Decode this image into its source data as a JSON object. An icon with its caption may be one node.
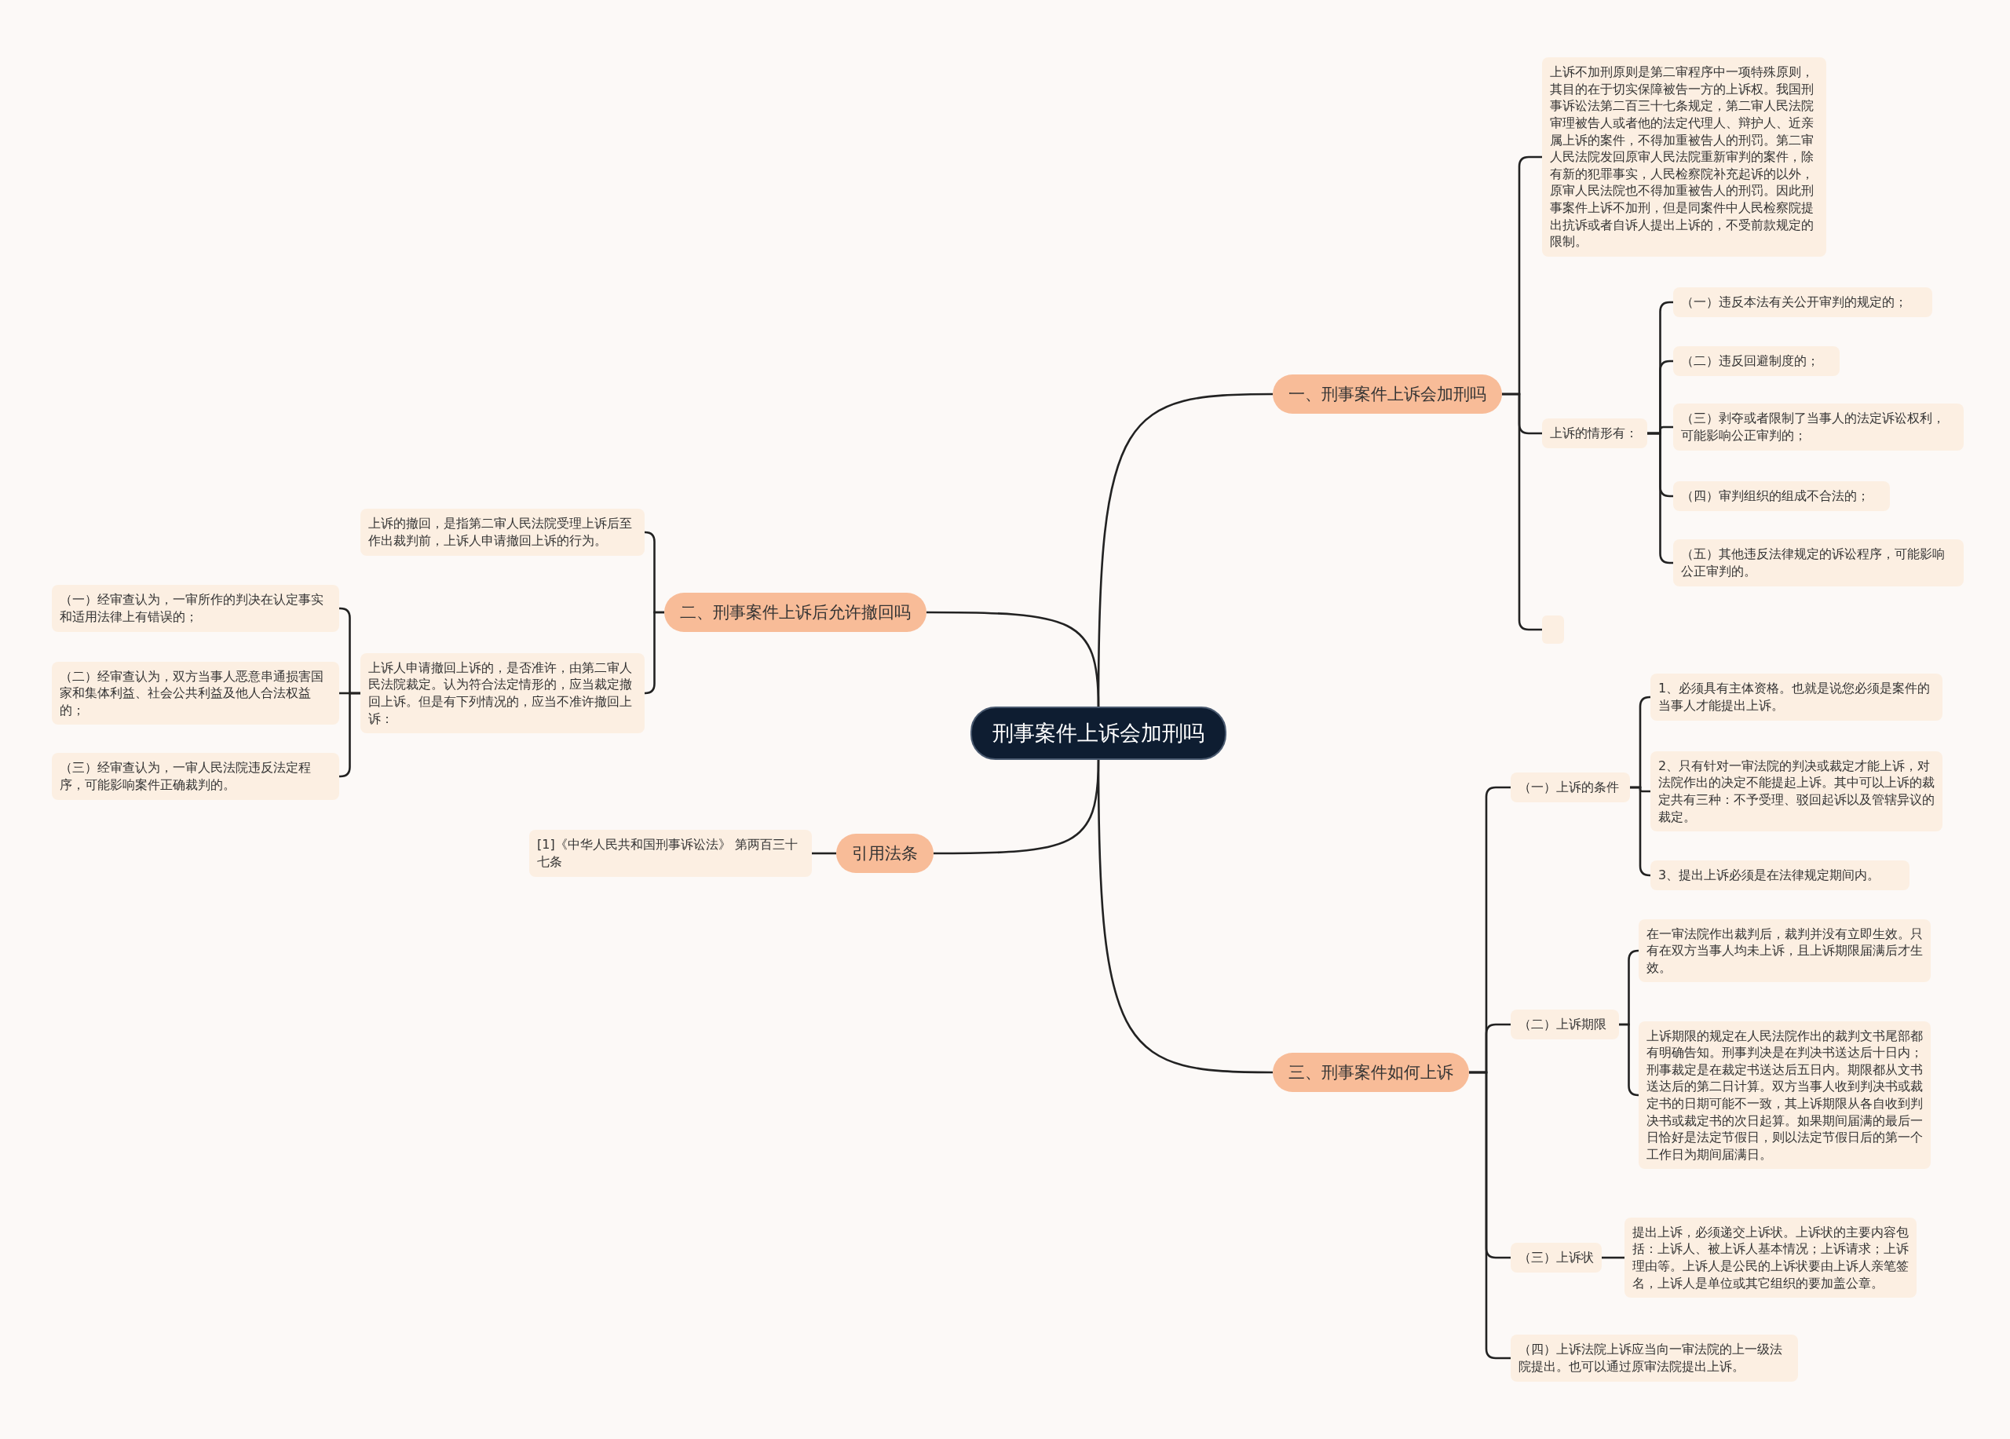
{
  "diagram": {
    "nodes": [
      {
        "text": [
          "刑事案件上诉会加刑吗"
        ]
      },
      {
        "text": [
          "一、刑事案件上诉会加刑吗"
        ]
      },
      {
        "text": [
          "上诉不加刑原则是第二审程序中一项特殊原则，其目的在于切实保障被告一方的上诉权。我国刑事诉讼法第二百三十七条规定，第二审人民法院审理被告人或者他的法定代理人、辩护人、近亲属上诉的案件，不得加重被告人的刑罚。第二审人民法院发回原审人民法院重新审判的案件，除有新的犯罪事实，人民检察院补充起诉的以外，原审人民法院也不得加重被告人的刑罚。因此刑事案件上诉不加刑，但是同案件中人民检察院提出抗诉或者自诉人提出上诉的，不受前款规定的限制。"
        ]
      },
      {
        "text": [
          "上诉的情形有："
        ]
      },
      {
        "text": [
          "（一）违反本法有关公开审判的规定的；"
        ]
      },
      {
        "text": [
          "（二）违反回避制度的；"
        ]
      },
      {
        "text": [
          "（三）剥夺或者限制了当事人的法定诉讼权利，可能影响公正审判的；"
        ]
      },
      {
        "text": [
          "（四）审判组织的组成不合法的；"
        ]
      },
      {
        "text": [
          "（五）其他违反法律规定的诉讼程序，可能影响公正审判的。"
        ]
      },
      {
        "text": [],
        "shape": "box"
      },
      {
        "text": [
          "二、刑事案件上诉后允许撤回吗"
        ]
      },
      {
        "text": [
          "上诉的撤回，是指第二审人民法院受理上诉后至作出裁判前，上诉人申请撤回上诉的行为。"
        ]
      },
      {
        "text": [
          "上诉人申请撤回上诉的，是否准许，由第二审人民法院裁定。认为符合法定情形的，应当裁定撤回上诉。但是有下列情况的，应当不准许撤回上诉："
        ]
      },
      {
        "text": [
          "（一）经审查认为，一审所作的判决在认定事实和适用法律上有错误的；"
        ]
      },
      {
        "text": [
          "（二）经审查认为，双方当事人恶意串通损害国家和集体利益、社会公共利益及他人合法权益的；"
        ]
      },
      {
        "text": [
          "（三）经审查认为，一审人民法院违反法定程序，可能影响案件正确裁判的。"
        ]
      },
      {
        "text": [
          "引用法条"
        ]
      },
      {
        "text": [
          "[1]《中华人民共和国刑事诉讼法》 第两百三十七条"
        ]
      },
      {
        "text": [
          "三、刑事案件如何上诉"
        ]
      },
      {
        "text": [
          "（一）上诉的条件"
        ]
      },
      {
        "text": [
          "1、必须具有主体资格。也就是说您必须是案件的当事人才能提出上诉。"
        ]
      },
      {
        "text": [
          "2、只有针对一审法院的判决或裁定才能上诉，对法院作出的决定不能提起上诉。其中可以上诉的裁定共有三种：不予受理、驳回起诉以及管辖异议的裁定。"
        ]
      },
      {
        "text": [
          "3、提出上诉必须是在法律规定期间内。"
        ]
      },
      {
        "text": [
          "（二）上诉期限"
        ]
      },
      {
        "text": [
          "在一审法院作出裁判后，裁判并没有立即生效。只有在双方当事人均未上诉，且上诉期限届满后才生效。"
        ]
      },
      {
        "text": [
          "上诉期限的规定在人民法院作出的裁判文书尾部都有明确告知。刑事判决是在判决书送达后十日内；刑事裁定是在裁定书送达后五日内。期限都从文书送达后的第二日计算。双方当事人收到判决书或裁定书的日期可能不一致，其上诉期限从各自收到判决书或裁定书的次日起算。如果期间届满的最后一日恰好是法定节假日，则以法定节假日后的第一个工作日为期间届满日。"
        ]
      },
      {
        "text": [
          "（三）上诉状"
        ]
      },
      {
        "text": [
          "提出上诉，必须递交上诉状。上诉状的主要内容包括：上诉人、被上诉人基本情况；上诉请求；上诉理由等。上诉人是公民的上诉状要由上诉人亲笔签名，上诉人是单位或其它组织的要加盖公章。"
        ]
      },
      {
        "text": [
          "（四）上诉法院上诉应当向一审法院的上一级法院提出。也可以通过原审法院提出上诉。"
        ]
      }
    ],
    "edges": [
      {
        "from": 0,
        "to": 1,
        "arrow": "none"
      },
      {
        "from": 1,
        "to": 2,
        "arrow": "none"
      },
      {
        "from": 1,
        "to": 3,
        "arrow": "none"
      },
      {
        "from": 3,
        "to": 4,
        "arrow": "none"
      },
      {
        "from": 3,
        "to": 5,
        "arrow": "none"
      },
      {
        "from": 3,
        "to": 6,
        "arrow": "none"
      },
      {
        "from": 3,
        "to": 7,
        "arrow": "none"
      },
      {
        "from": 3,
        "to": 8,
        "arrow": "none"
      },
      {
        "from": 1,
        "to": 9,
        "arrow": "none"
      },
      {
        "from": 0,
        "to": 10,
        "arrow": "none"
      },
      {
        "from": 10,
        "to": 11,
        "arrow": "none"
      },
      {
        "from": 10,
        "to": 12,
        "arrow": "none"
      },
      {
        "from": 12,
        "to": 13,
        "arrow": "none"
      },
      {
        "from": 12,
        "to": 14,
        "arrow": "none"
      },
      {
        "from": 12,
        "to": 15,
        "arrow": "none"
      },
      {
        "from": 0,
        "to": 16,
        "arrow": "none"
      },
      {
        "from": 16,
        "to": 17,
        "arrow": "none"
      },
      {
        "from": 0,
        "to": 18,
        "arrow": "none"
      },
      {
        "from": 18,
        "to": 19,
        "arrow": "none"
      },
      {
        "from": 19,
        "to": 20,
        "arrow": "none"
      },
      {
        "from": 19,
        "to": 21,
        "arrow": "none"
      },
      {
        "from": 19,
        "to": 22,
        "arrow": "none"
      },
      {
        "from": 18,
        "to": 23,
        "arrow": "none"
      },
      {
        "from": 23,
        "to": 24,
        "arrow": "none"
      },
      {
        "from": 23,
        "to": 25,
        "arrow": "none"
      },
      {
        "from": 18,
        "to": 26,
        "arrow": "none"
      },
      {
        "from": 26,
        "to": 27,
        "arrow": "none"
      },
      {
        "from": 18,
        "to": 28,
        "arrow": "none"
      }
    ]
  }
}
